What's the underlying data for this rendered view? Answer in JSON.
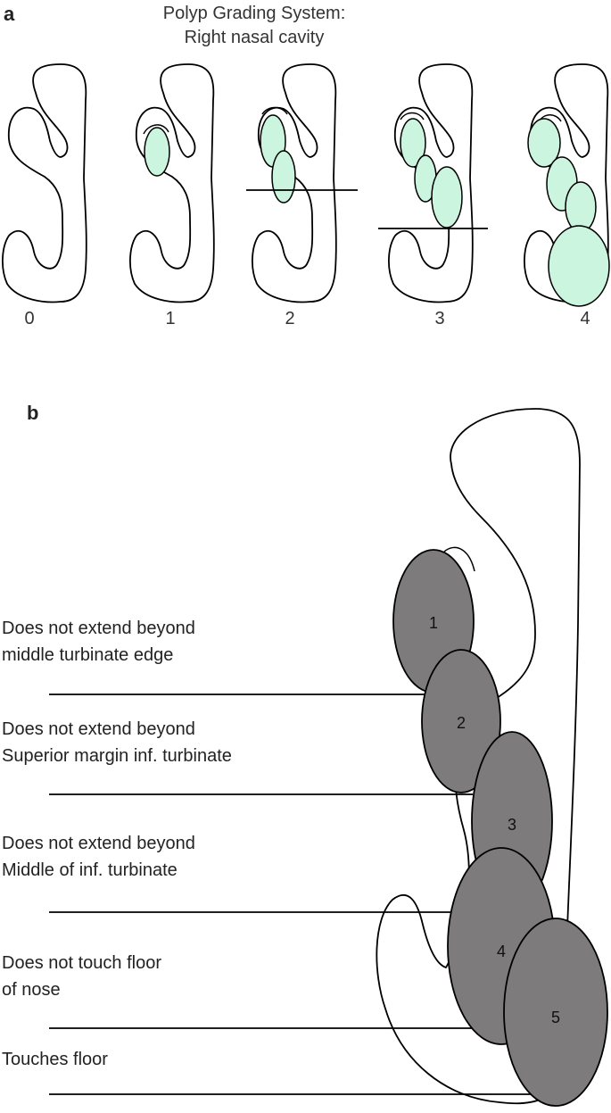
{
  "panel_a": {
    "letter": "a",
    "title_line1": "Polyp Grading System:",
    "title_line2": "Right nasal cavity",
    "grades": [
      "0",
      "1",
      "2",
      "3",
      "4"
    ],
    "polyp_color": "#ccf5e0"
  },
  "panel_b": {
    "letter": "b",
    "levels": [
      {
        "line1": "Does not extend beyond",
        "line2": "middle turbinate edge"
      },
      {
        "line1": "Does not extend beyond",
        "line2": "Superior margin inf. turbinate"
      },
      {
        "line1": "Does not extend beyond",
        "line2": "Middle of inf. turbinate"
      },
      {
        "line1": "Does not touch floor",
        "line2": "of nose"
      },
      {
        "line1": "Touches floor",
        "line2": ""
      }
    ],
    "polyp_labels": [
      "1",
      "2",
      "3",
      "4",
      "5"
    ],
    "polyp_color": "#7d7b7b"
  }
}
